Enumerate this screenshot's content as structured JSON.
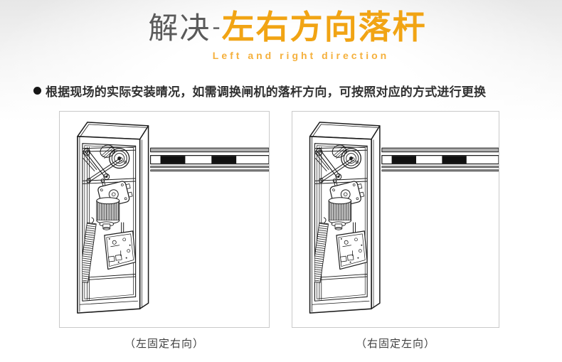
{
  "page": {
    "title": {
      "prefix": "解决",
      "separator": "-",
      "main": "左右方向落杆",
      "subtitle": "Left and right direction"
    },
    "note": {
      "icon": "filled-circle-bullet",
      "text": "根据现场的实际安装晴况，如需调换闸机的落杆方向，可按照对应的方式进行更换"
    },
    "figures": [
      {
        "icon": "barrier-gate-diagram",
        "caption": "（左固定右向）"
      },
      {
        "icon": "barrier-gate-diagram",
        "caption": "（右固定左向）"
      }
    ],
    "colors": {
      "accent_orange": "#F1A414",
      "subtitle_orange": "#F5B03C",
      "title_gray": "#5A5A5A",
      "line_art": "#1C1C1C",
      "frame_border": "#C9C9C9"
    }
  }
}
